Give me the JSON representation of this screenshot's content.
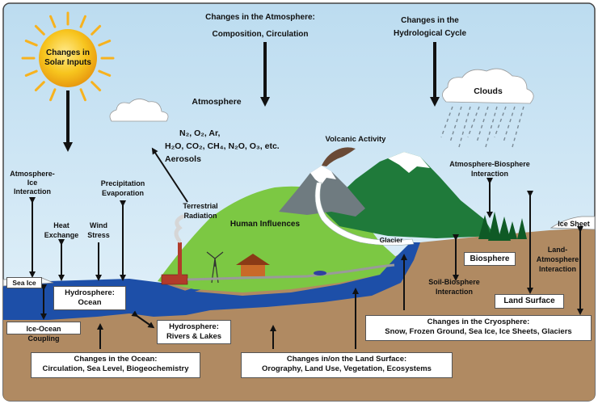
{
  "colors": {
    "sky_top": "#bcdcf0",
    "sky_bottom": "#eaf5fb",
    "ocean": "#1d4fa8",
    "ground": "#b08a62",
    "hill_green": "#7cc843",
    "mountain_dark": "#1f7a3a",
    "sun": "#f7c51e"
  },
  "labels": {
    "solar": [
      "Changes in",
      "Solar Inputs"
    ],
    "atmosphere_changes": [
      "Changes in the Atmosphere:",
      "Composition, Circulation"
    ],
    "hydrological": [
      "Changes in the",
      "Hydrological Cycle"
    ],
    "atmosphere": "Atmosphere",
    "gases_line1": "N₂, O₂, Ar,",
    "gases_line2": "H₂O, CO₂, CH₄, N₂O, O₃, etc.",
    "aerosols": "Aerosols",
    "clouds": "Clouds",
    "volcanic": "Volcanic Activity",
    "terrestrial": [
      "Terrestrial",
      "Radiation"
    ],
    "human": "Human Influences",
    "atm_ice": [
      "Atmosphere-",
      "Ice",
      "Interaction"
    ],
    "precip": [
      "Precipitation",
      "Evaporation"
    ],
    "heat": [
      "Heat",
      "Exchange"
    ],
    "wind": [
      "Wind",
      "Stress"
    ],
    "atm_bio": [
      "Atmosphere-Biosphere",
      "Interaction"
    ],
    "ice_sheet": "Ice Sheet",
    "glacier": "Glacier",
    "sea_ice": "Sea Ice",
    "land_atm": [
      "Land-",
      "Atmosphere",
      "Interaction"
    ],
    "biosphere": "Biosphere",
    "soil_bio": [
      "Soil-Biosphere",
      "Interaction"
    ],
    "land_surface": "Land Surface",
    "hydro_ocean": [
      "Hydrosphere:",
      "Ocean"
    ],
    "ice_ocean": "Ice-Ocean Coupling",
    "hydro_rivers": [
      "Hydrosphere:",
      "Rivers & Lakes"
    ],
    "cryosphere": [
      "Changes in the Cryosphere:",
      "Snow, Frozen Ground, Sea Ice, Ice Sheets, Glaciers"
    ],
    "ocean_changes": [
      "Changes in the Ocean:",
      "Circulation, Sea Level, Biogeochemistry"
    ],
    "land_changes": [
      "Changes in/on the Land Surface:",
      "Orography, Land Use, Vegetation, Ecosystems"
    ]
  }
}
